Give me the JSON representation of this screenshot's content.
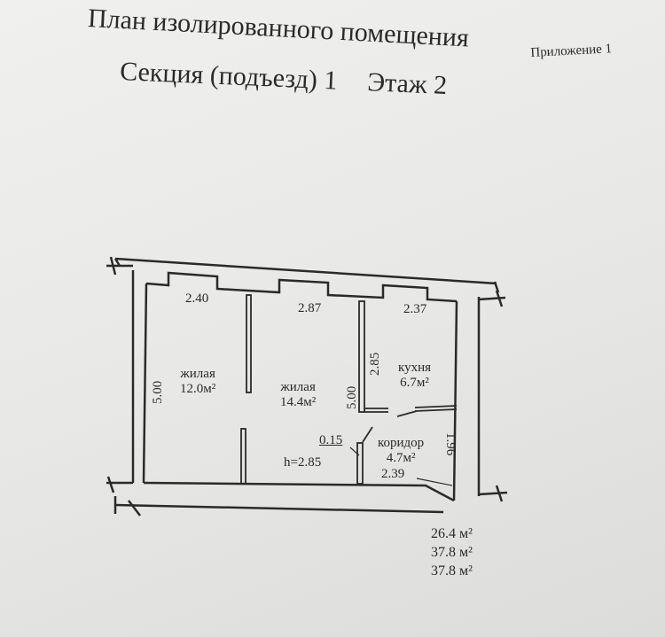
{
  "header": {
    "title": "План изолированного помещения",
    "section": "Секция (подъезд) 1",
    "floor": "Этаж 2",
    "appendix": "Приложение 1"
  },
  "plan": {
    "rooms": [
      {
        "name": "жилая",
        "area": "12.0м²"
      },
      {
        "name": "жилая",
        "area": "14.4м²"
      },
      {
        "name": "кухня",
        "area": "6.7м²"
      },
      {
        "name": "коридор",
        "area": "4.7м²"
      }
    ],
    "dimensions": {
      "room1_width": "2.40",
      "room2_width": "2.87",
      "kitchen_width": "2.37",
      "room1_length": "5.00",
      "room2_length": "5.00",
      "kitchen_length": "2.85",
      "corridor_length": "1.96",
      "corridor_width": "2.39",
      "wall_thickness": "0.15",
      "ceiling_height": "h=2.85"
    }
  },
  "totals": [
    "26.4 м²",
    "37.8 м²",
    "37.8 м²"
  ]
}
